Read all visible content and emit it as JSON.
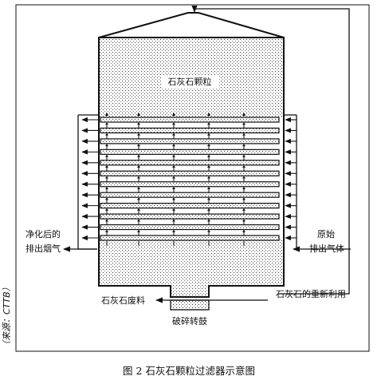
{
  "diagram": {
    "labels": {
      "granules": "石灰石颗粒",
      "clean_gas_line1": "净化后的",
      "clean_gas_line2": "排出烟气",
      "raw_gas_line1": "原始",
      "raw_gas_line2": "排出气体",
      "recycle": "石灰石的重新利用",
      "waste": "石灰石废料",
      "drum": "破碎转鼓",
      "source": "（来源：CTTB）"
    },
    "filter_layers": 12,
    "arrow_columns": 5
  },
  "caption": "图 2  石灰石颗粒过滤器示意图"
}
